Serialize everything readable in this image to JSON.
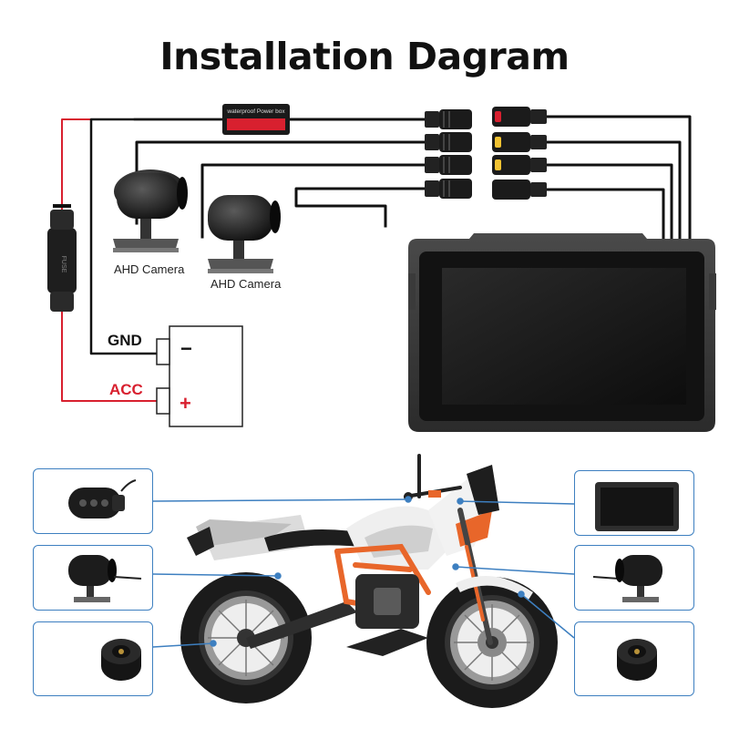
{
  "title": "Installation Dagram",
  "labels": {
    "camera_1": "AHD Camera",
    "camera_2": "AHD Camera",
    "gnd": "GND",
    "acc": "ACC",
    "negative_sign": "−",
    "positive_sign": "+"
  },
  "power_box_text": "waterproof Power box",
  "fuse_text": "FUSE",
  "colors": {
    "wire_black": "#111111",
    "wire_red": "#d8202f",
    "callout_border": "#3d7fc0",
    "moto_orange": "#e8662a",
    "screen_dark": "#1a1a1a"
  },
  "callouts": [
    {
      "id": "remote-control",
      "icon": "remote-control-icon"
    },
    {
      "id": "rear-camera",
      "icon": "camera-icon"
    },
    {
      "id": "rear-tire-sensor",
      "icon": "tire-pressure-sensor-icon"
    },
    {
      "id": "monitor",
      "icon": "monitor-icon"
    },
    {
      "id": "front-camera",
      "icon": "camera-icon"
    },
    {
      "id": "front-tire-sensor",
      "icon": "tire-pressure-sensor-icon"
    }
  ]
}
